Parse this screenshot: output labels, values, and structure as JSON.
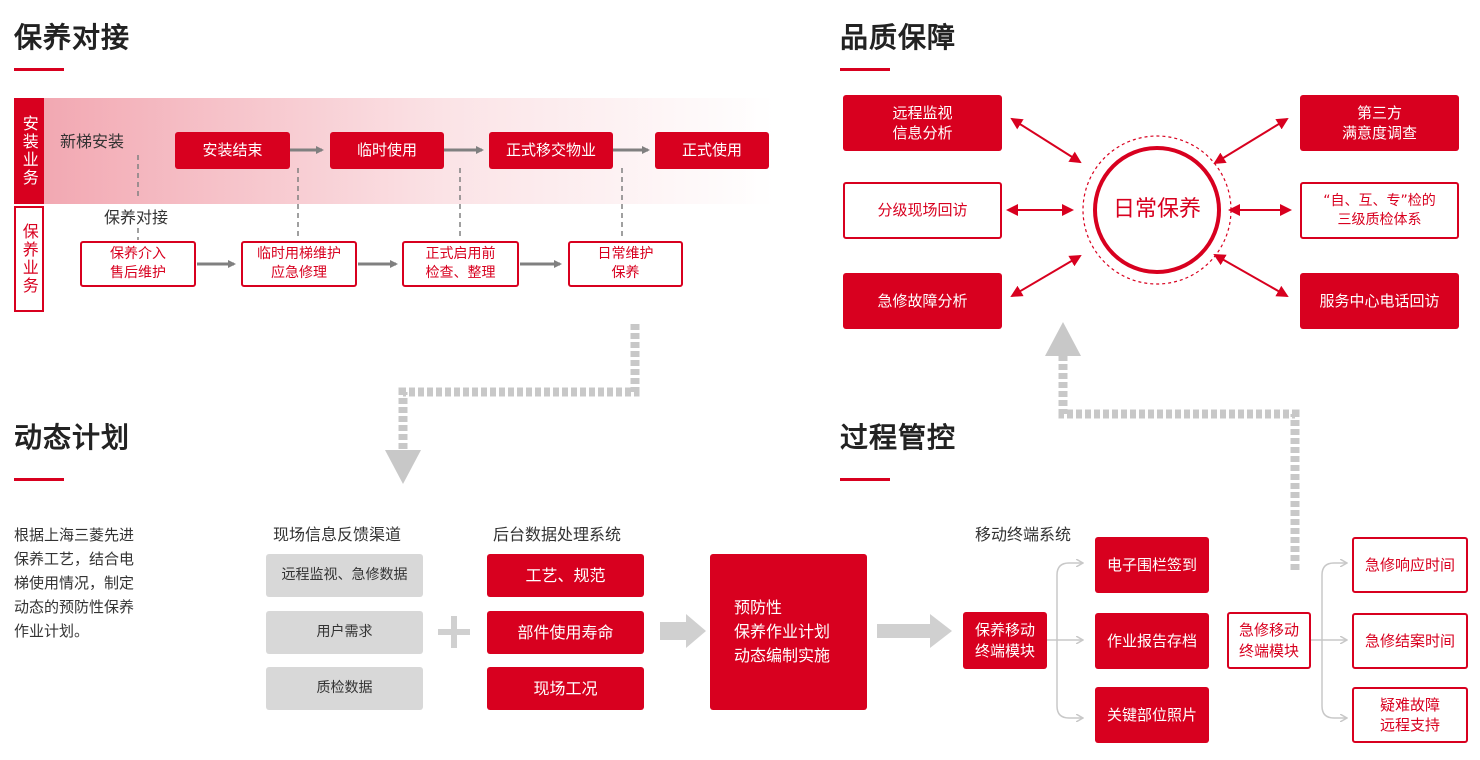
{
  "colors": {
    "accent": "#d8001f",
    "gray_box": "#d8d8d8",
    "arrow_gray": "#808080",
    "dotted_gray": "#c8c8c8"
  },
  "sections": {
    "maintenance": "保养对接",
    "quality": "品质保障",
    "dynamic": "动态计划",
    "process": "过程管控"
  },
  "maintenance": {
    "install_side": "安装业务",
    "maint_side": "保养业务",
    "new_install": "新梯安装",
    "handover": "保养对接",
    "install_steps": [
      "安装结束",
      "临时使用",
      "正式移交物业",
      "正式使用"
    ],
    "maint_steps": [
      "保养介入\n售后维护",
      "临时用梯维护\n应急修理",
      "正式启用前\n检查、整理",
      "日常维护\n保养"
    ]
  },
  "quality": {
    "center": "日常保养",
    "items": [
      "远程监视\n信息分析",
      "分级现场回访",
      "急修故障分析",
      "第三方\n满意度调查",
      "“自、互、专”检的\n三级质检体系",
      "服务中心电话回访"
    ]
  },
  "dynamic": {
    "description": "根据上海三菱先进\n保养工艺，结合电\n梯使用情况，制定\n动态的预防性保养\n作业计划。",
    "channels_title": "现场信息反馈渠道",
    "channels": [
      "远程监视、急修数据",
      "用户需求",
      "质检数据"
    ],
    "plus_icon": "plus-icon",
    "backend_title": "后台数据处理系统",
    "backend": [
      "工艺、规范",
      "部件使用寿命",
      "现场工况"
    ],
    "result": "预防性\n保养作业计划\n动态编制实施"
  },
  "process": {
    "mobile_title": "移动终端系统",
    "maint_module": "保养移动\n终端模块",
    "maint_features": [
      "电子围栏签到",
      "作业报告存档",
      "关键部位照片"
    ],
    "repair_module": "急修移动\n终端模块",
    "repair_features": [
      "急修响应时间",
      "急修结案时间",
      "疑难故障\n远程支持"
    ]
  }
}
